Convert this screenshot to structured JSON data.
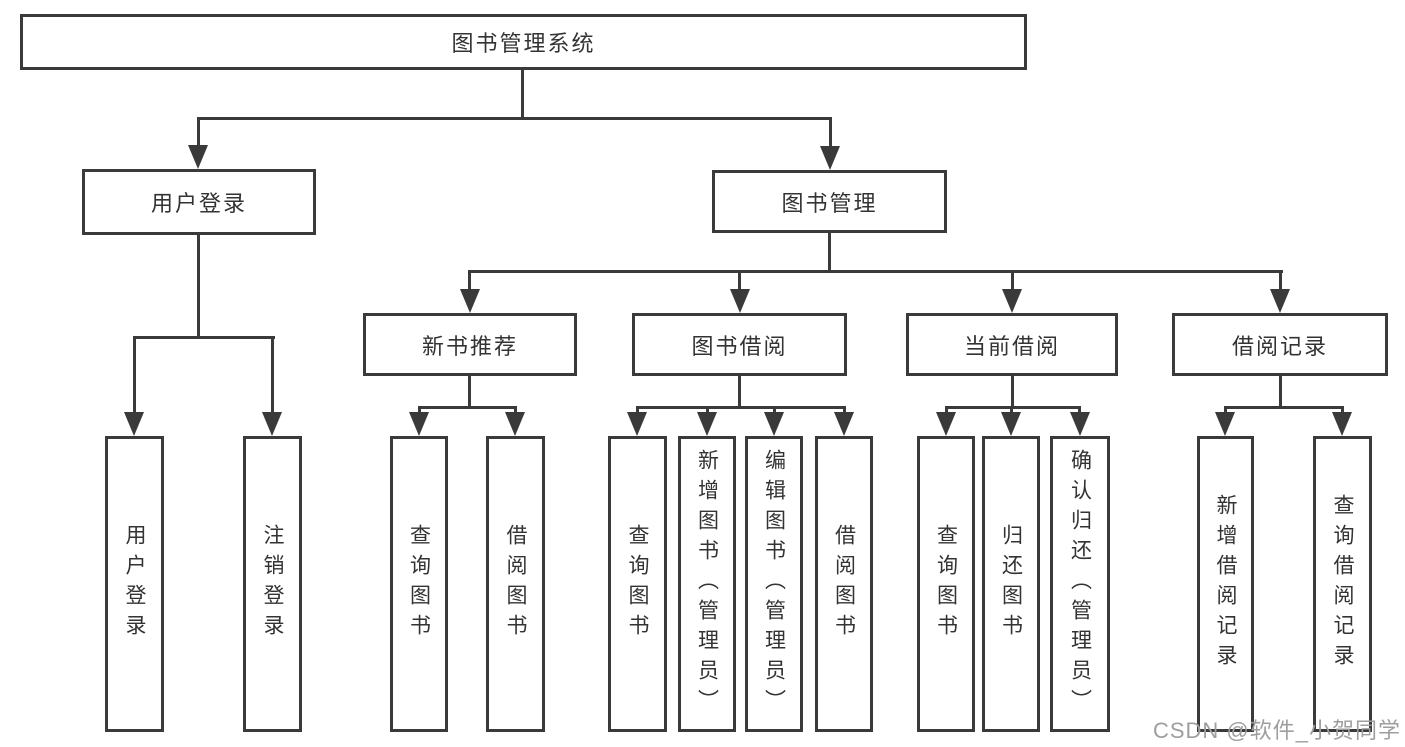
{
  "diagram": {
    "root": {
      "label": "图书管理系统"
    },
    "level2": [
      {
        "label": "用户登录"
      },
      {
        "label": "图书管理"
      }
    ],
    "level3": [
      {
        "label": "新书推荐"
      },
      {
        "label": "图书借阅"
      },
      {
        "label": "当前借阅"
      },
      {
        "label": "借阅记录"
      }
    ],
    "leaves": {
      "user_login": [
        "用户登录",
        "注销登录"
      ],
      "new_book_recommend": [
        "查询图书",
        "借阅图书"
      ],
      "book_borrowing": [
        "查询图书",
        "新增图书（管理员）",
        "编辑图书（管理员）",
        "借阅图书"
      ],
      "current_borrowing": [
        "查询图书",
        "归还图书",
        "确认归还（管理员）"
      ],
      "borrowing_records": [
        "新增借阅记录",
        "查询借阅记录"
      ]
    },
    "watermark": "CSDN @软件_小贺同学",
    "colors": {
      "line": "#3a3a3a",
      "text": "#333333",
      "watermark": "#9e9e9e",
      "background": "#ffffff"
    }
  }
}
